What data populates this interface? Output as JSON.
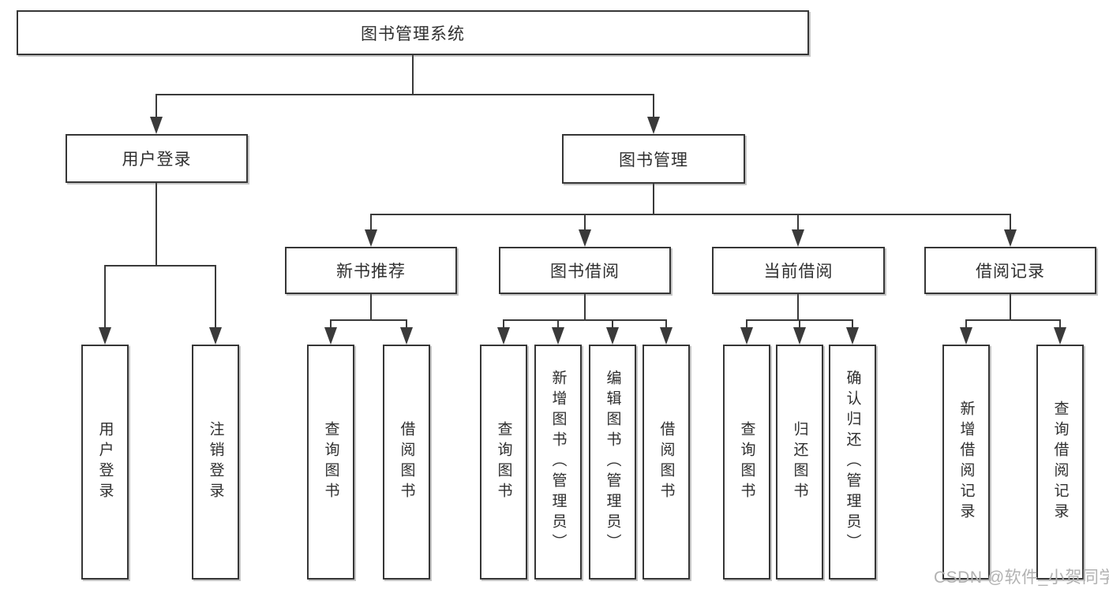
{
  "diagram": {
    "root": {
      "label": "图书管理系统"
    },
    "branches": [
      {
        "label": "用户登录",
        "children": [
          {
            "label": "用户登录"
          },
          {
            "label": "注销登录"
          }
        ]
      },
      {
        "label": "图书管理",
        "children": [
          {
            "label": "新书推荐",
            "children": [
              {
                "label": "查询图书"
              },
              {
                "label": "借阅图书"
              }
            ]
          },
          {
            "label": "图书借阅",
            "children": [
              {
                "label": "查询图书"
              },
              {
                "label": "新增图书（管理员）"
              },
              {
                "label": "编辑图书（管理员）"
              },
              {
                "label": "借阅图书"
              }
            ]
          },
          {
            "label": "当前借阅",
            "children": [
              {
                "label": "查询图书"
              },
              {
                "label": "归还图书"
              },
              {
                "label": "确认归还（管理员）"
              }
            ]
          },
          {
            "label": "借阅记录",
            "children": [
              {
                "label": "新增借阅记录"
              },
              {
                "label": "查询借阅记录"
              }
            ]
          }
        ]
      }
    ],
    "watermark": "CSDN @软件_小贺同学",
    "colors": {
      "line": "#3a3a3a",
      "box_border": "#363636",
      "text": "#2f2f2f",
      "watermark": "#b2b2b2",
      "background": "#ffffff"
    }
  }
}
